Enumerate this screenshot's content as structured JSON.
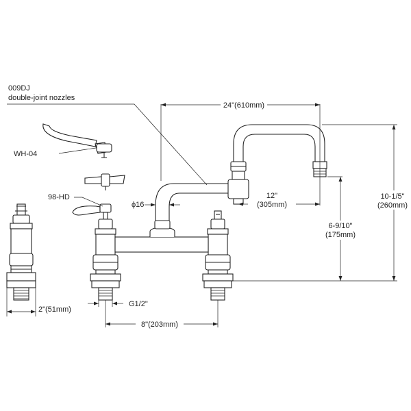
{
  "labels": {
    "nozzle_model": "009DJ",
    "nozzle_desc": "double-joint nozzles",
    "handle_a": "WH-04",
    "handle_b": "98-HD",
    "pipe_dia": "ϕ16"
  },
  "dims": {
    "width_total": "24\"(610mm)",
    "spout_reach_in": "12\"",
    "spout_reach_mm": "(305mm)",
    "spout_height_in": "6-9/10\"",
    "spout_height_mm": "(175mm)",
    "total_height_in": "10-1/5\"",
    "total_height_mm": "(260mm)",
    "shank_width": "2\"(51mm)",
    "thread": "G1/2\"",
    "centers": "8\"(203mm)"
  },
  "colors": {
    "line": "#222222",
    "background": "#ffffff"
  }
}
